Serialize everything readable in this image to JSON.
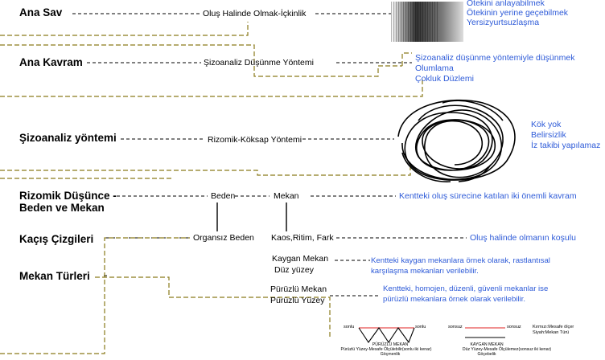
{
  "colors": {
    "olive": "#8a7a1a",
    "blue": "#2e5bd8",
    "red": "#e02020",
    "black": "#000000"
  },
  "rows": {
    "ana_sav": {
      "heading": "Ana Sav",
      "middle": "Oluş Halinde Olmak-İçkinlik",
      "notes": [
        "Ötekini anlayabilmek",
        "Ötekinin yerine geçebilmek",
        "Yersizyurtsuzlaşma"
      ]
    },
    "ana_kavram": {
      "heading": "Ana Kavram",
      "middle": "Şizoanaliz Düşünme Yöntemi",
      "notes": [
        "Şizoanaliz düşünme yöntemiyle düşünmek",
        "Olumlama",
        "Çokluk Düzlemi"
      ]
    },
    "sizoanaliz": {
      "heading": "Şizoanaliz yöntemi",
      "middle": "Rizomik-Köksap Yöntemi",
      "notes": [
        "Kök yok",
        "Belirsizlik",
        "İz takibi yapılamaz"
      ]
    },
    "rizomik": {
      "heading_line1": "Rizomik Düşünce -",
      "heading_line2": "Beden ve Mekan",
      "node_left": "Beden",
      "node_right": "Mekan",
      "note": "Kentteki oluş sürecine katılan iki önemli kavram"
    },
    "kacis": {
      "heading": "Kaçış Çizgileri",
      "left": "Organsız Beden",
      "right": "Kaos,Ritim, Fark",
      "note": "Oluş halinde olmanın koşulu"
    },
    "mekan_turleri": {
      "heading": "Mekan Türleri",
      "kaygan_line1": "Kaygan Mekan",
      "kaygan_line2": "Düz yüzey",
      "kaygan_note_line1": "Kentteki kaygan mekanlara örnek olarak, rastlantısal",
      "kaygan_note_line2": "karşılaşma mekanları verilebilir.",
      "puruzlu_line1": "Pürüzlü Mekan",
      "puruzlu_line2": "Pürüzlü Yüzey",
      "puruzlu_note_line1": "Kentteki, homojen, düzenli, güvenli mekanlar ise",
      "puruzlu_note_line2": "pürüzlü mekanlara örnek olarak verilebilir."
    }
  },
  "legend": {
    "puruzlu": {
      "left_label": "sonlu",
      "right_label": "sonlu",
      "title": "PÜRÜZLÜ MEKAN",
      "desc1": "Pürüzlü Yüzey-Mesafe Ölçülebilir(sonlu iki kenar)",
      "desc2": "Göçmenlik"
    },
    "kaygan": {
      "left_label": "sonsuz",
      "right_label": "sonsuz",
      "title": "KAYGAN MEKAN",
      "desc1": "Düz Yüzey-Mesafe Ölçülemez(sonsuz iki kenar)",
      "desc2": "Göçebelik",
      "key1": "Kırmızı:Mesafe ölçer",
      "key2": "Siyah:Mekan Türü"
    }
  }
}
